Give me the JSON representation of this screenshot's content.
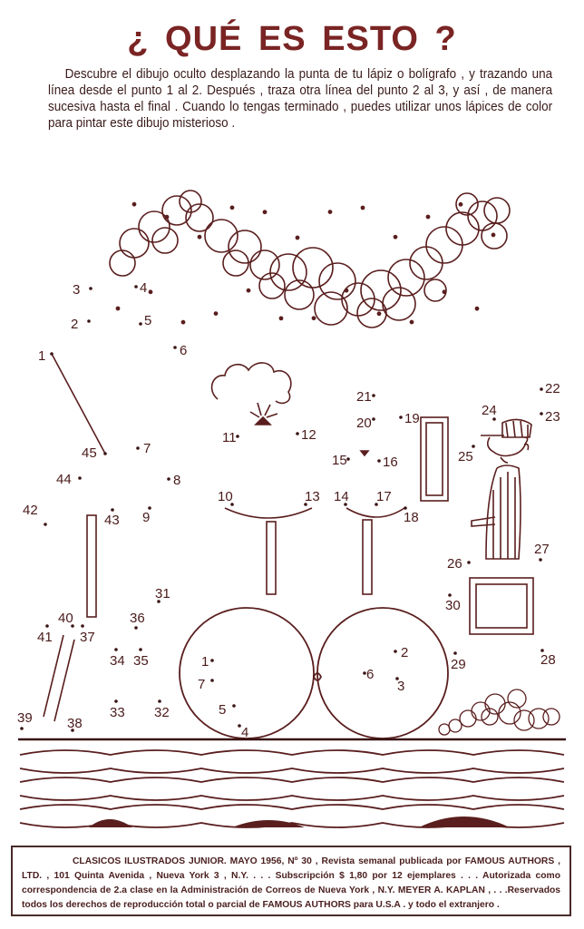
{
  "title": "¿ QUÉ  ES  ESTO ?",
  "instructions": "Descubre el dibujo oculto desplazando la punta de tu lápiz o bolígrafo , y trazando una línea desde el punto 1 al 2. Después , traza otra línea del punto 2 al 3, y así , de manera sucesiva hasta el final . Cuando lo tengas terminado , puedes utilizar unos lápices de color para pintar este dibujo misterioso .",
  "dots": [
    "1",
    "2",
    "3",
    "4",
    "5",
    "6",
    "7",
    "8",
    "9",
    "10",
    "11",
    "12",
    "13",
    "14",
    "15",
    "16",
    "17",
    "18",
    "19",
    "20",
    "21",
    "22",
    "23",
    "24",
    "25",
    "26",
    "27",
    "28",
    "29",
    "30",
    "31",
    "32",
    "33",
    "34",
    "35",
    "36",
    "37",
    "38",
    "39",
    "40",
    "41",
    "42",
    "43",
    "44",
    "45"
  ],
  "wheel_dots": [
    "1",
    "7",
    "5",
    "4",
    "2",
    "6",
    "3"
  ],
  "footer": "CLASICOS ILUSTRADOS JUNIOR. MAYO 1956, Nº 30 , Revista semanal publicada por FAMOUS AUTHORS , LTD. , 101 Quinta Avenida , Nueva York 3 , N.Y. . . . Subscripción $ 1,80 por 12 ejemplares . . . Autorizada como correspondencia de 2.a clase en la Administración de Correos de Nueva York , N.Y. MEYER A. KAPLAN , . . .Reservados todos los derechos de reproducción total o parcial de FAMOUS AUTHORS para U.S.A . y todo el extranjero .",
  "colors": {
    "ink": "#5a1e1e",
    "title": "#7a2424"
  }
}
